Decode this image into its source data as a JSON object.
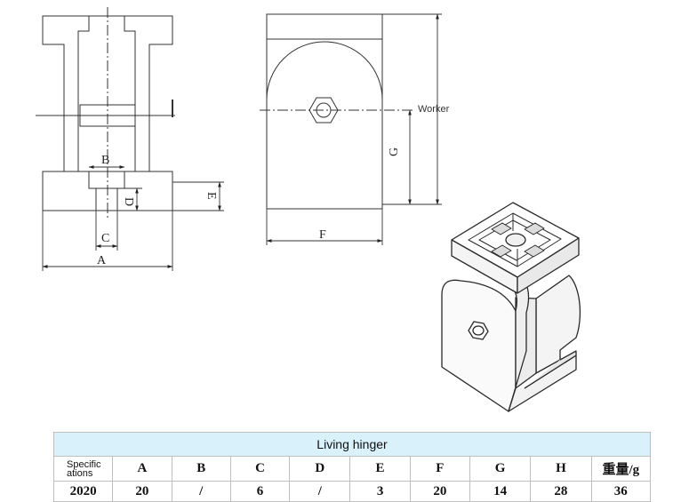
{
  "drawing": {
    "front_view": {
      "dimension_labels": {
        "a": "A",
        "b": "B",
        "c": "C",
        "d": "D",
        "e": "E"
      }
    },
    "side_view": {
      "dimension_labels": {
        "f": "F",
        "g": "G"
      },
      "callout": "Worker"
    }
  },
  "table": {
    "caption": "Living hinger",
    "header_label": "Specific ations",
    "headers": [
      "A",
      "B",
      "C",
      "D",
      "E",
      "F",
      "G",
      "H",
      "重量/g"
    ],
    "rows": [
      {
        "spec": "2020",
        "values": [
          "20",
          "/",
          "6",
          "/",
          "3",
          "20",
          "14",
          "28",
          "36"
        ]
      }
    ]
  }
}
